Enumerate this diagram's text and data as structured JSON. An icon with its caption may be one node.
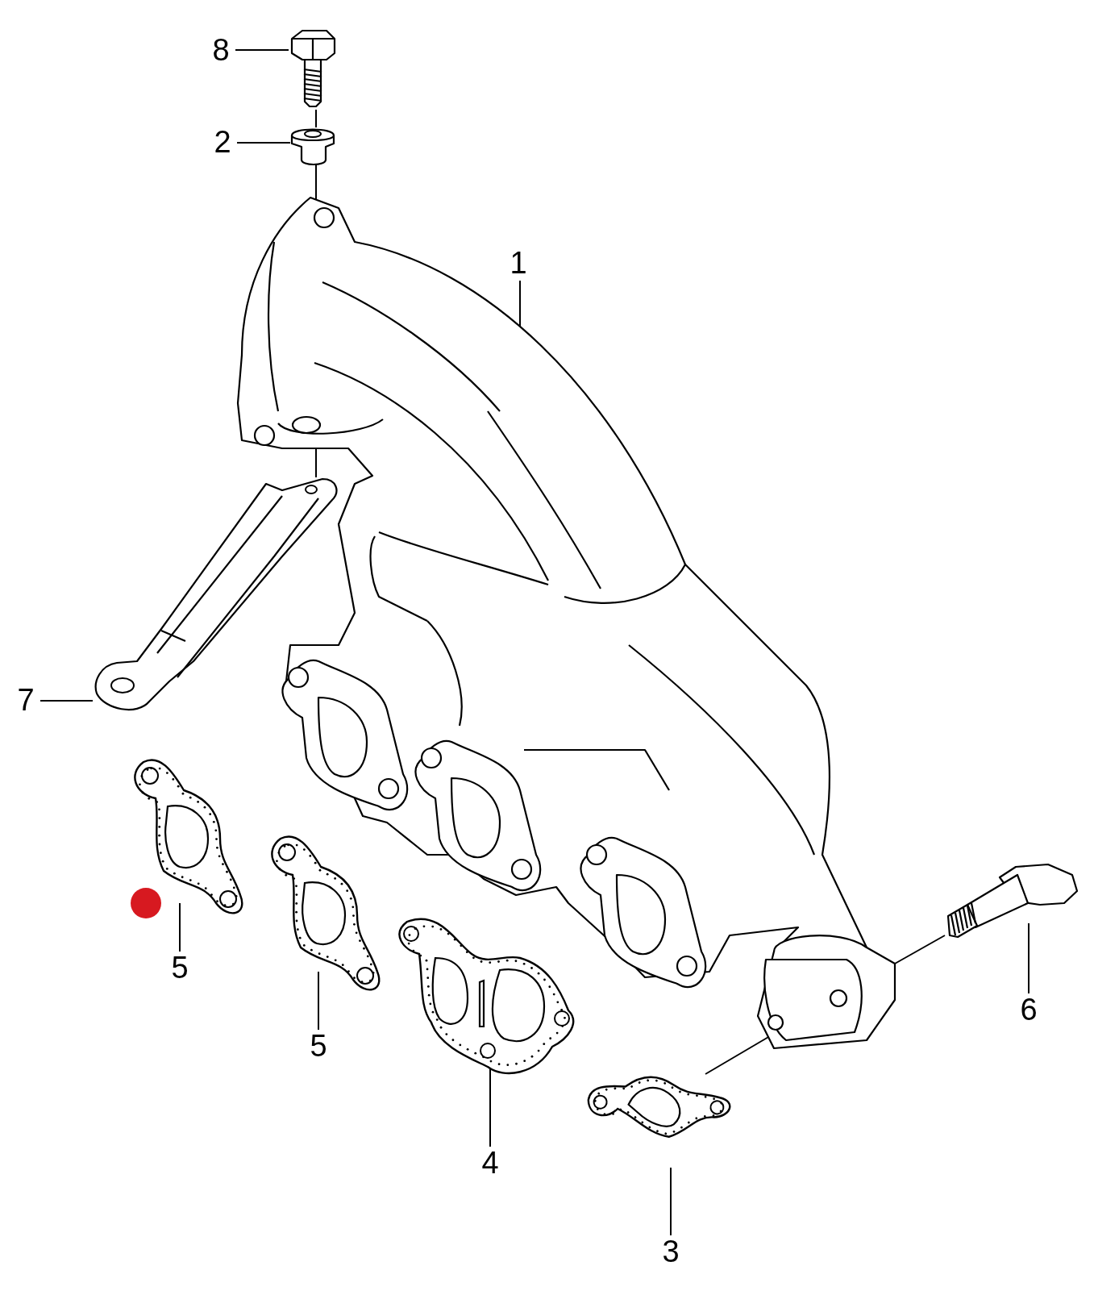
{
  "diagram": {
    "nodes": [
      {
        "text": [
          "8"
        ]
      },
      {
        "text": [],
        "shape": "picture"
      },
      {
        "text": [
          "2"
        ]
      },
      {
        "text": [],
        "shape": "picture"
      },
      {
        "text": [
          "1"
        ]
      },
      {
        "text": [],
        "shape": "picture"
      },
      {
        "text": [],
        "shape": "picture"
      },
      {
        "text": [
          "7"
        ]
      },
      {
        "text": [],
        "shape": "picture"
      },
      {
        "text": [],
        "shape": "picture"
      },
      {
        "text": [],
        "shape": "picture"
      },
      {
        "text": [],
        "shape": "picture"
      },
      {
        "text": [
          "6"
        ]
      },
      {
        "text": [
          "5"
        ]
      },
      {
        "text": [],
        "shape": "picture"
      },
      {
        "text": [
          "5"
        ]
      },
      {
        "text": [
          "4"
        ]
      },
      {
        "text": [
          "3"
        ]
      }
    ],
    "edges": [
      {
        "from": 0,
        "to": 1,
        "arrow": "none"
      },
      {
        "from": 2,
        "to": 3,
        "arrow": "none"
      },
      {
        "from": 4,
        "to": 5,
        "arrow": "none"
      },
      {
        "from": 7,
        "to": 6,
        "arrow": "none"
      },
      {
        "from": 13,
        "to": 8,
        "arrow": "none"
      },
      {
        "from": 15,
        "to": 9,
        "arrow": "none"
      },
      {
        "from": 16,
        "to": 10,
        "arrow": "none"
      },
      {
        "from": 17,
        "to": 14,
        "arrow": "none"
      },
      {
        "from": 12,
        "to": 11,
        "arrow": "none"
      },
      {
        "from": 1,
        "to": 3,
        "arrow": "none"
      },
      {
        "from": 3,
        "to": 5,
        "arrow": "none"
      },
      {
        "from": 5,
        "to": 6,
        "arrow": "none"
      },
      {
        "from": 11,
        "to": 5,
        "arrow": "none"
      },
      {
        "from": 14,
        "to": 5,
        "arrow": "none"
      }
    ]
  }
}
